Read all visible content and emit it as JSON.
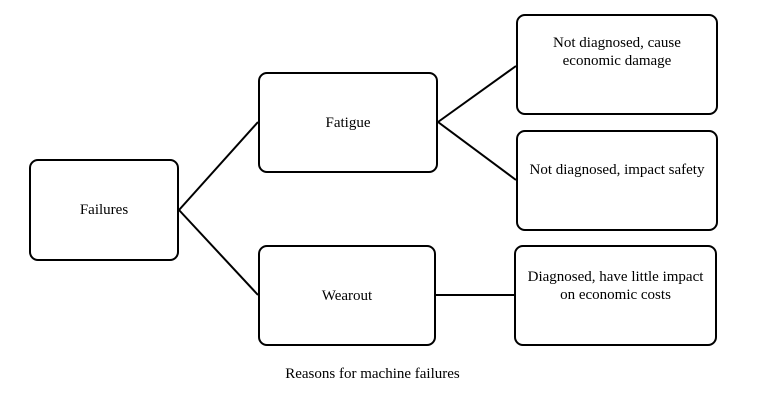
{
  "diagram": {
    "nodes": {
      "root": "Failures",
      "fatigue": "Fatigue",
      "wearout": "Wearout",
      "fatigue_economic": "Not diagnosed, cause economic damage",
      "fatigue_safety": "Not diagnosed, impact safety",
      "wearout_diagnosed": "Diagnosed, have little impact on economic costs"
    },
    "edges": [
      [
        "root",
        "fatigue"
      ],
      [
        "root",
        "wearout"
      ],
      [
        "fatigue",
        "fatigue_economic"
      ],
      [
        "fatigue",
        "fatigue_safety"
      ],
      [
        "wearout",
        "wearout_diagnosed"
      ]
    ],
    "caption": "Reasons for machine failures"
  }
}
